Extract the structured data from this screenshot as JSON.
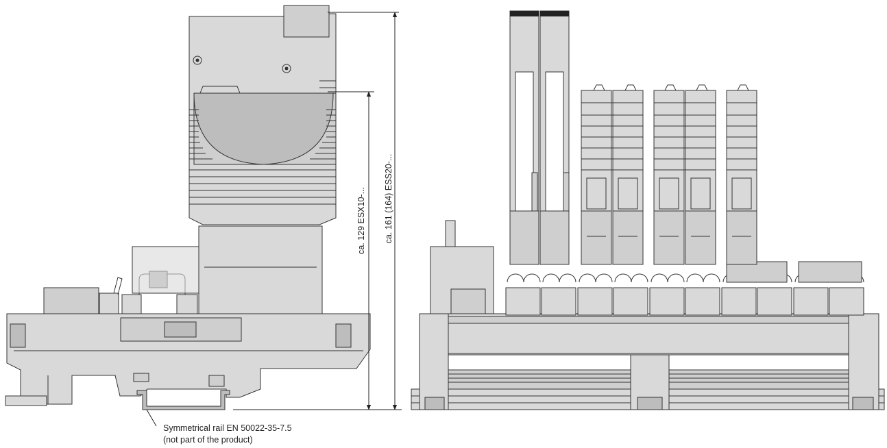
{
  "dimensions": {
    "esx10_height": "ca. 129 ESX10-...",
    "ess20_height": "ca. 161 (164) ESS20-..."
  },
  "rail_note": {
    "line1": "Symmetrical rail EN 50022-35-7.5",
    "line2": "(not part of the product)"
  }
}
